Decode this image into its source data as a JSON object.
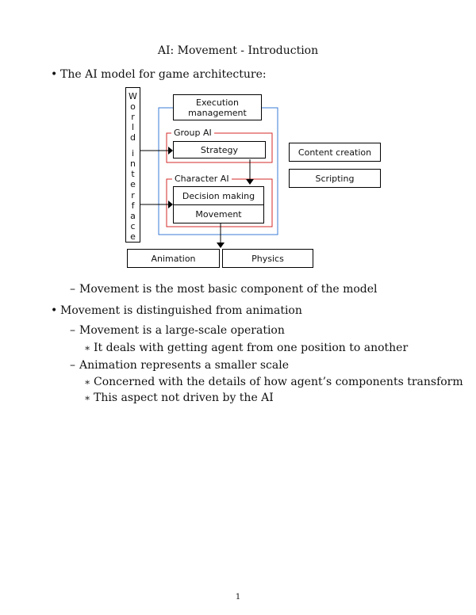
{
  "page": {
    "title": "AI: Movement - Introduction",
    "page_number": "1"
  },
  "diagram": {
    "world_interface": [
      "W",
      "o",
      "r",
      "l",
      "d",
      " ",
      "i",
      "n",
      "t",
      "e",
      "r",
      "f",
      "a",
      "c",
      "e"
    ],
    "execution_management": "Execution management",
    "group_ai": "Group AI",
    "strategy": "Strategy",
    "character_ai": "Character AI",
    "decision_making": "Decision making",
    "movement": "Movement",
    "content_creation": "Content creation",
    "scripting": "Scripting",
    "animation": "Animation",
    "physics": "Physics",
    "colors": {
      "outer_box": "#3a7bd5",
      "group_box": "#d42a2a",
      "line": "#000000"
    }
  },
  "bullets": {
    "b1": "The AI model for game architecture:",
    "b1_sub1": "Movement is the most basic component of the model",
    "b2": "Movement is distinguished from animation",
    "b2_sub1": "Movement is a large-scale operation",
    "b2_sub1_item1": "It deals with getting agent from one position to another",
    "b2_sub2": "Animation represents a smaller scale",
    "b2_sub2_item1": "Concerned with the details of how agent’s components transform",
    "b2_sub2_item2": "This aspect not driven by the AI"
  },
  "symbols": {
    "bullet": "•",
    "dash": "–",
    "star": "∗"
  }
}
